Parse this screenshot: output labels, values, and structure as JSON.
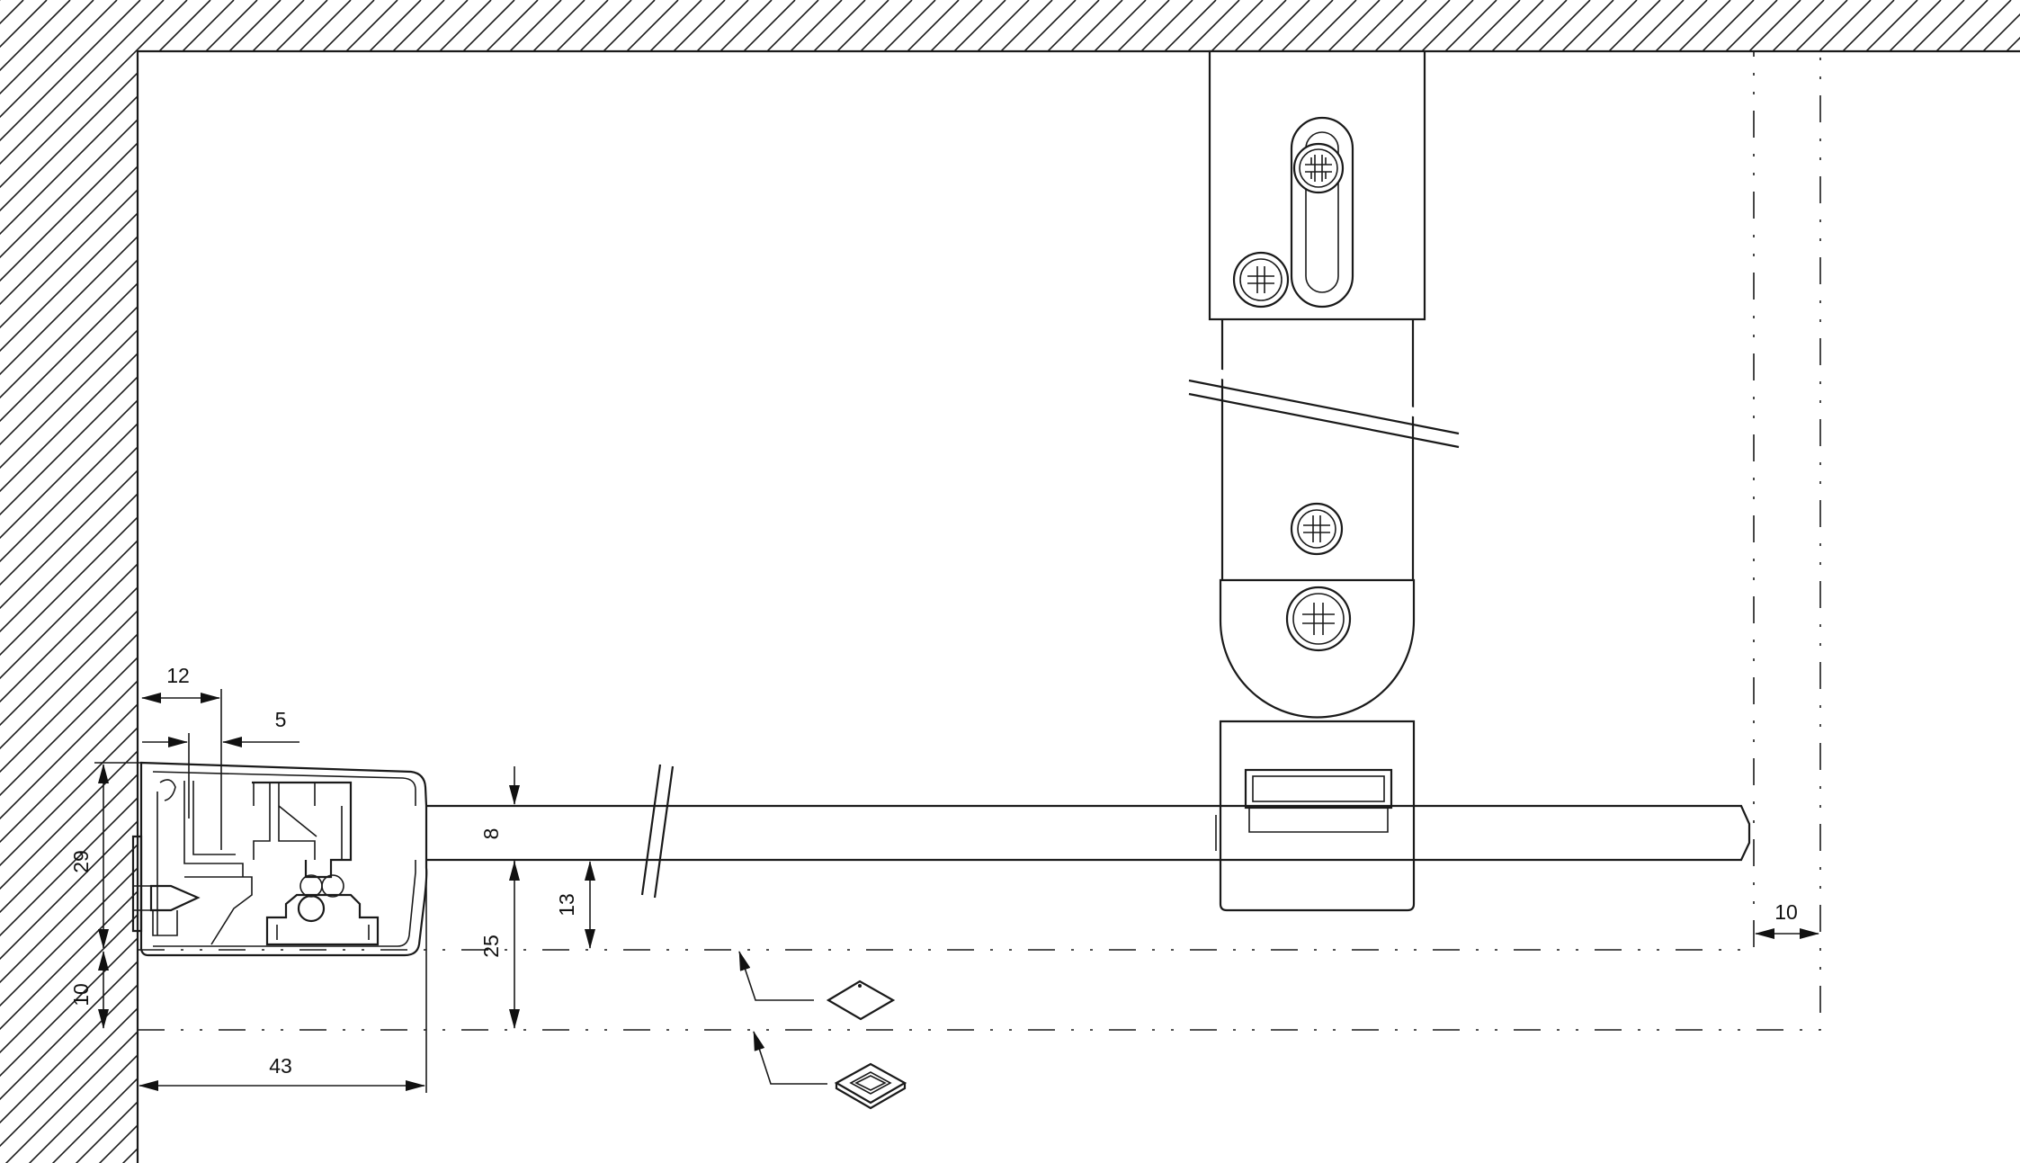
{
  "dimensions": {
    "d12": "12",
    "d5": "5",
    "d29": "29",
    "d10_left": "10",
    "d8": "8",
    "d13": "13",
    "d25": "25",
    "d43": "43",
    "d10_right": "10"
  },
  "symbols": [
    {
      "name": "flatness-symbol"
    },
    {
      "name": "flatness-inside-square-symbol"
    }
  ]
}
